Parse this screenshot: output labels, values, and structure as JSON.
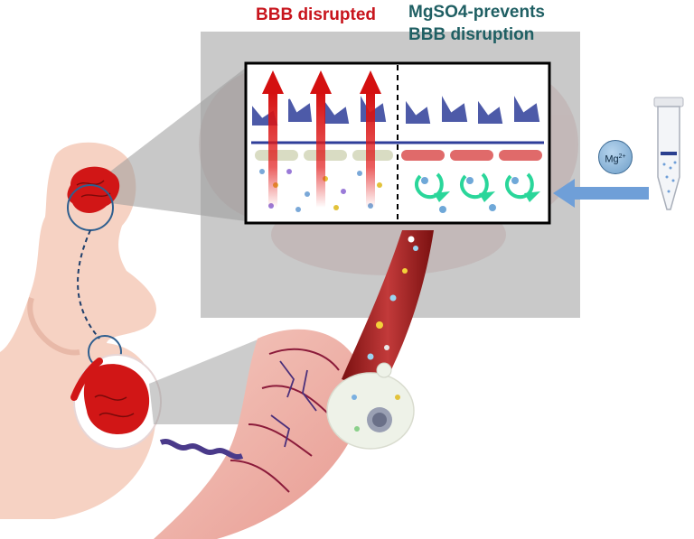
{
  "labels": {
    "bbb_disrupted": "BBB disrupted",
    "mgso4_line1": "MgSO4-prevents",
    "mgso4_line2": "BBB disruption",
    "mg_ion": "Mg",
    "mg_charge": "2+"
  },
  "colors": {
    "disrupted_red": "#c8151d",
    "prevents_teal": "#1f5f63",
    "silhouette": "#f6d2c3",
    "organ_red": "#d11616",
    "neuron_blue": "#2f3e9a",
    "arrow_green": "#2ad69a",
    "infusion_arrow": "#6f9fd8",
    "gray_panel": "#c9c9c9"
  },
  "icons": [
    "brain-icon",
    "fetus-icon",
    "neuron-icon",
    "magnesium-tube-icon",
    "placenta-cell-icon"
  ]
}
